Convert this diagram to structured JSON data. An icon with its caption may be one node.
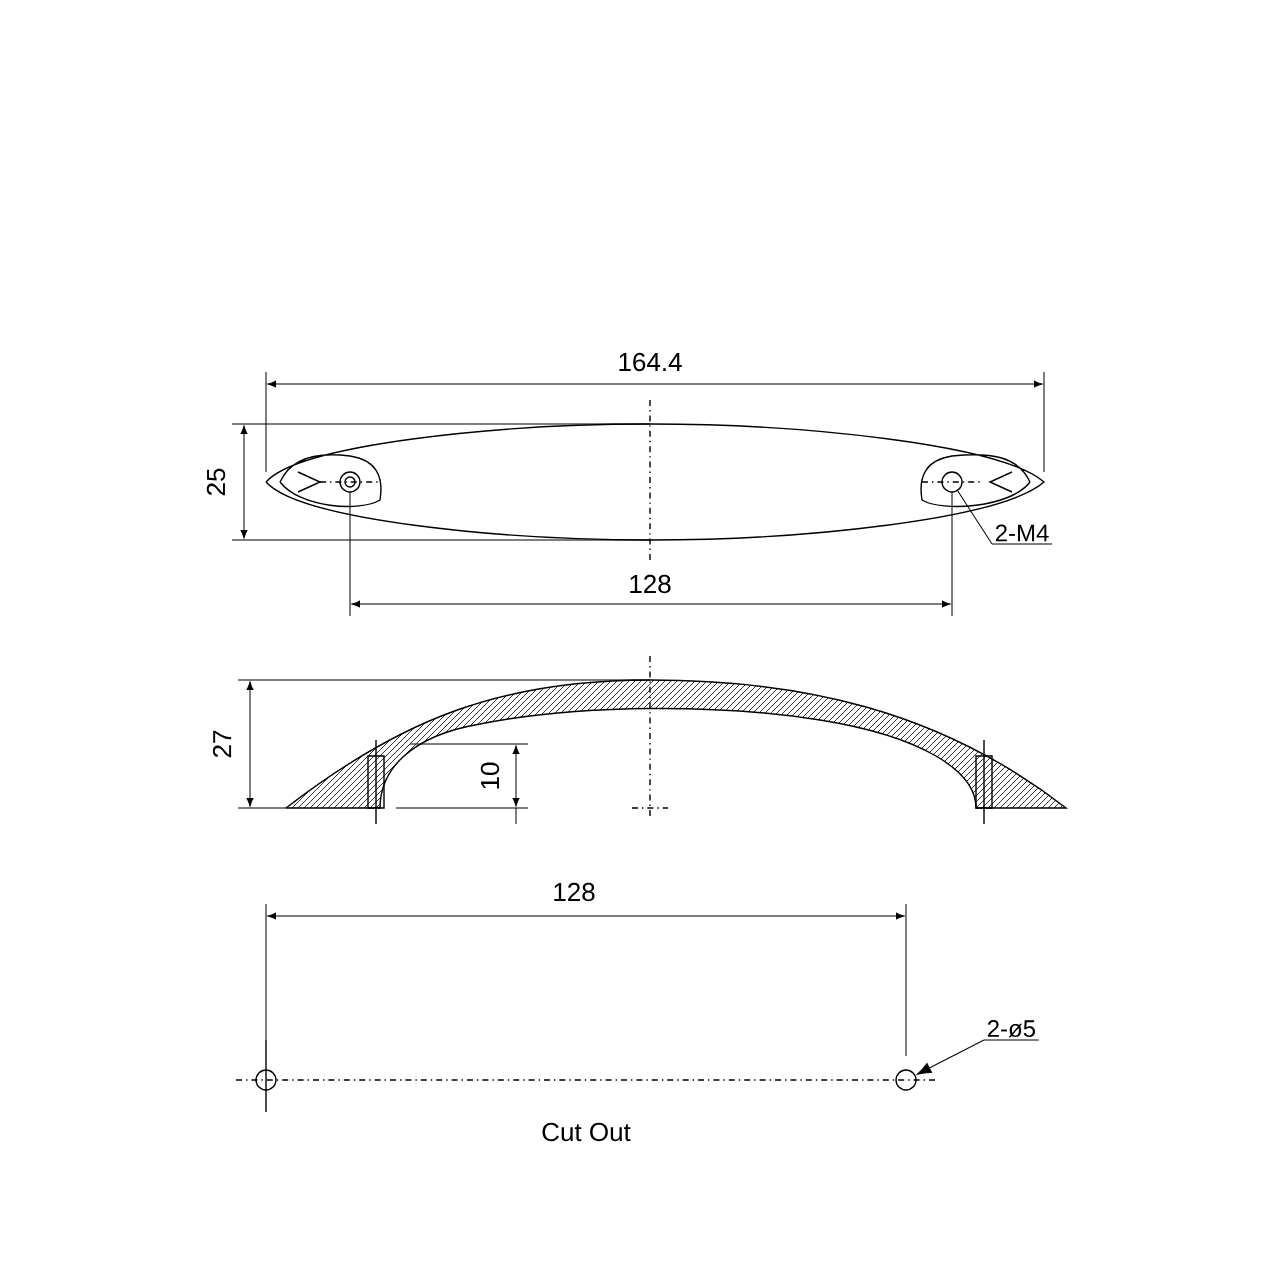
{
  "diagram": {
    "nodes": [
      {
        "text": [
          "2-M4"
        ]
      },
      {
        "text": [],
        "shape": "circle"
      },
      {
        "text": [
          "2-ø5"
        ]
      },
      {
        "text": [],
        "shape": "circle"
      }
    ],
    "edges": [
      {
        "from": 0,
        "to": 1,
        "arrow": "none"
      },
      {
        "from": 2,
        "to": 3,
        "arrow": "to"
      }
    ],
    "labels": [
      "164.4",
      "25",
      "128",
      "27",
      "10",
      "128",
      "Cut Out"
    ]
  }
}
